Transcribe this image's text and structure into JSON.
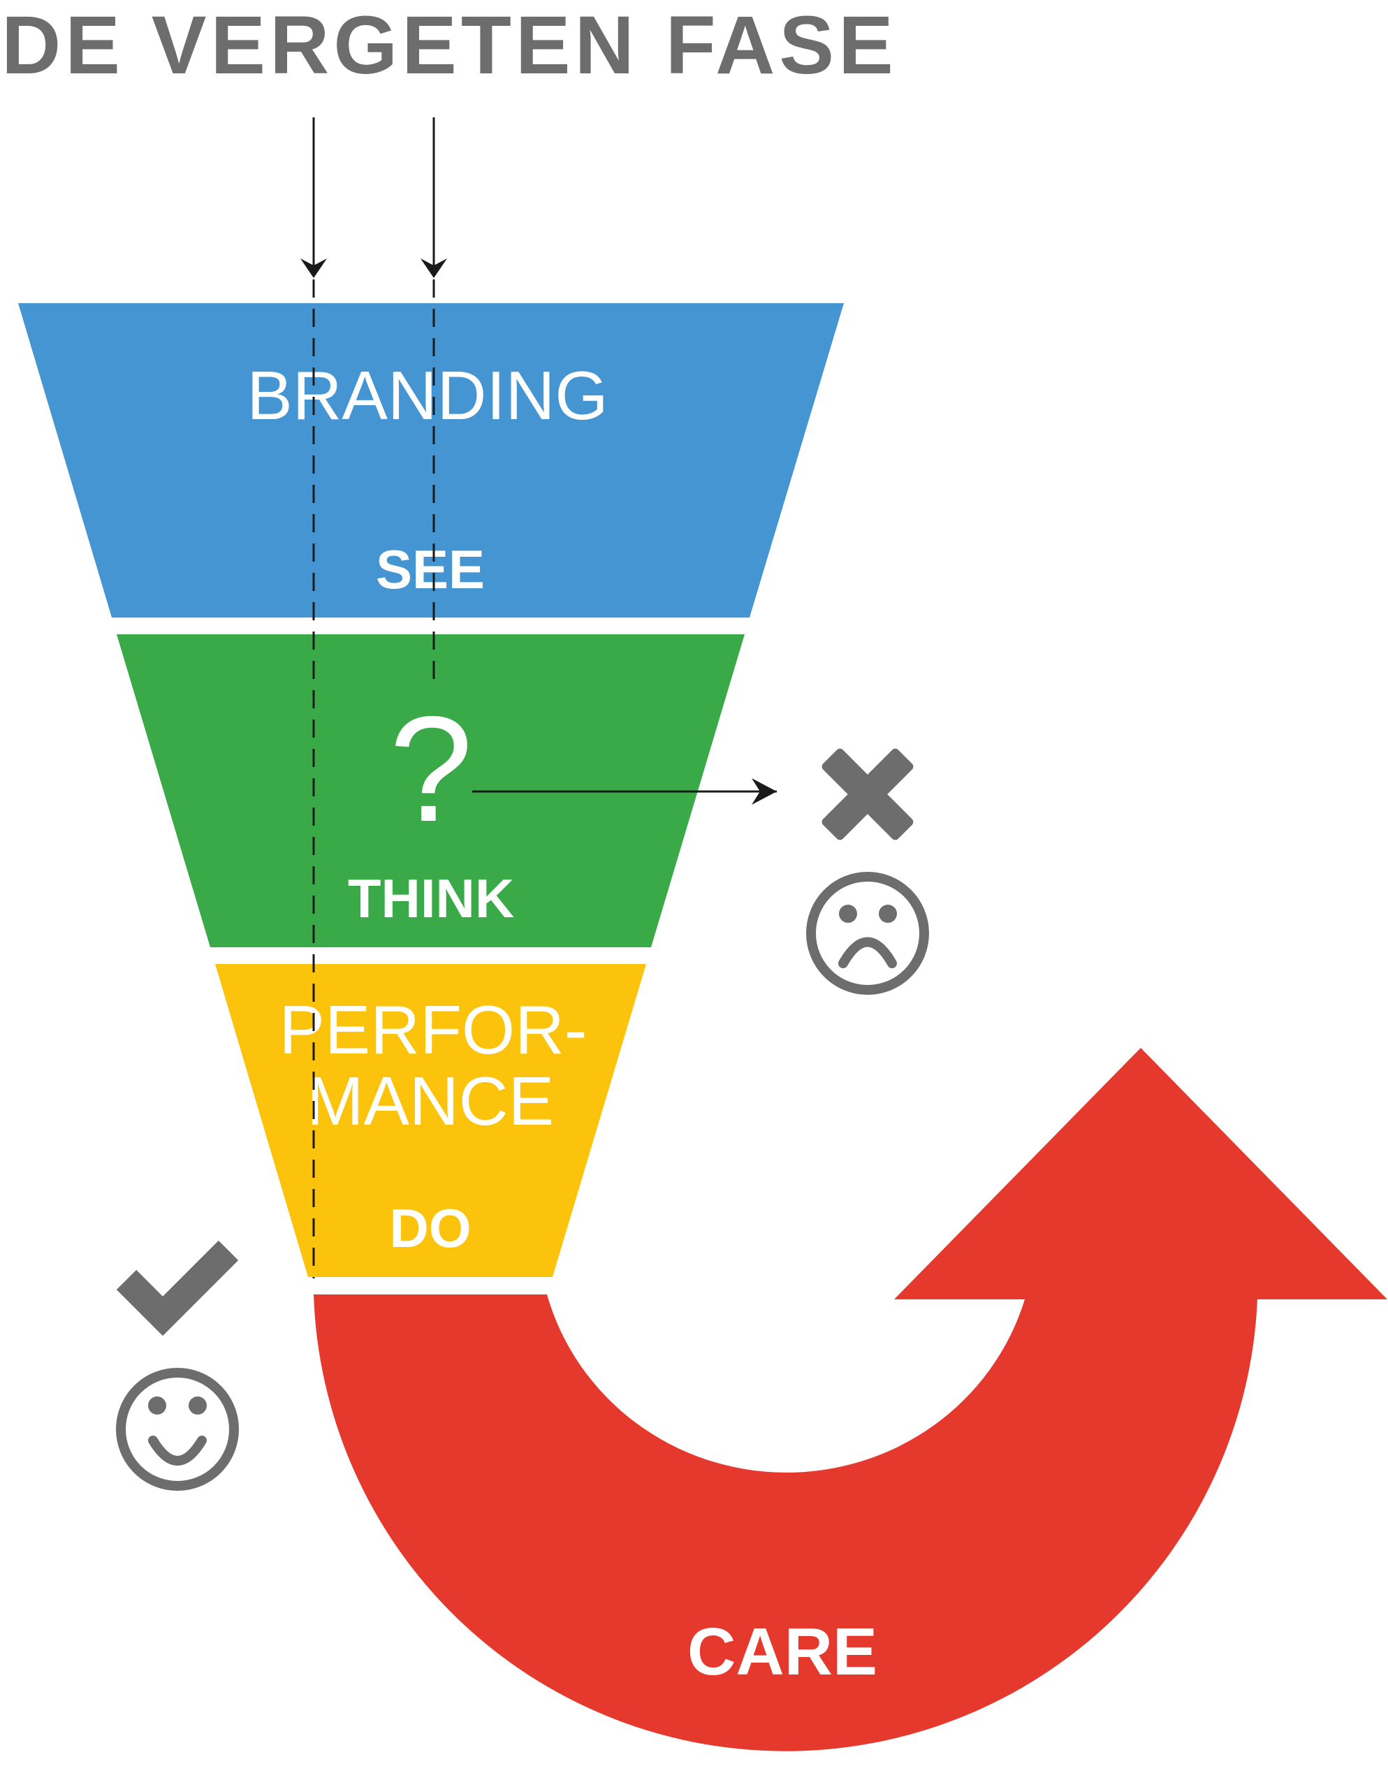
{
  "title": "DE VERGETEN FASE",
  "stages": {
    "see": {
      "label": "BRANDING",
      "stage": "SEE",
      "color": "#4495d1"
    },
    "think": {
      "symbol": "?",
      "stage": "THINK",
      "color": "#3aaa48"
    },
    "do": {
      "label_line1": "PERFOR-",
      "label_line2": "MANCE",
      "stage": "DO",
      "color": "#fbc30c"
    },
    "care": {
      "stage": "CARE",
      "color": "#e5392d"
    }
  },
  "icon_color": "#6d6d6d",
  "icons": {
    "reject": "cross-icon",
    "sad": "sad-face-icon",
    "accept": "check-icon",
    "happy": "smiley-face-icon"
  }
}
